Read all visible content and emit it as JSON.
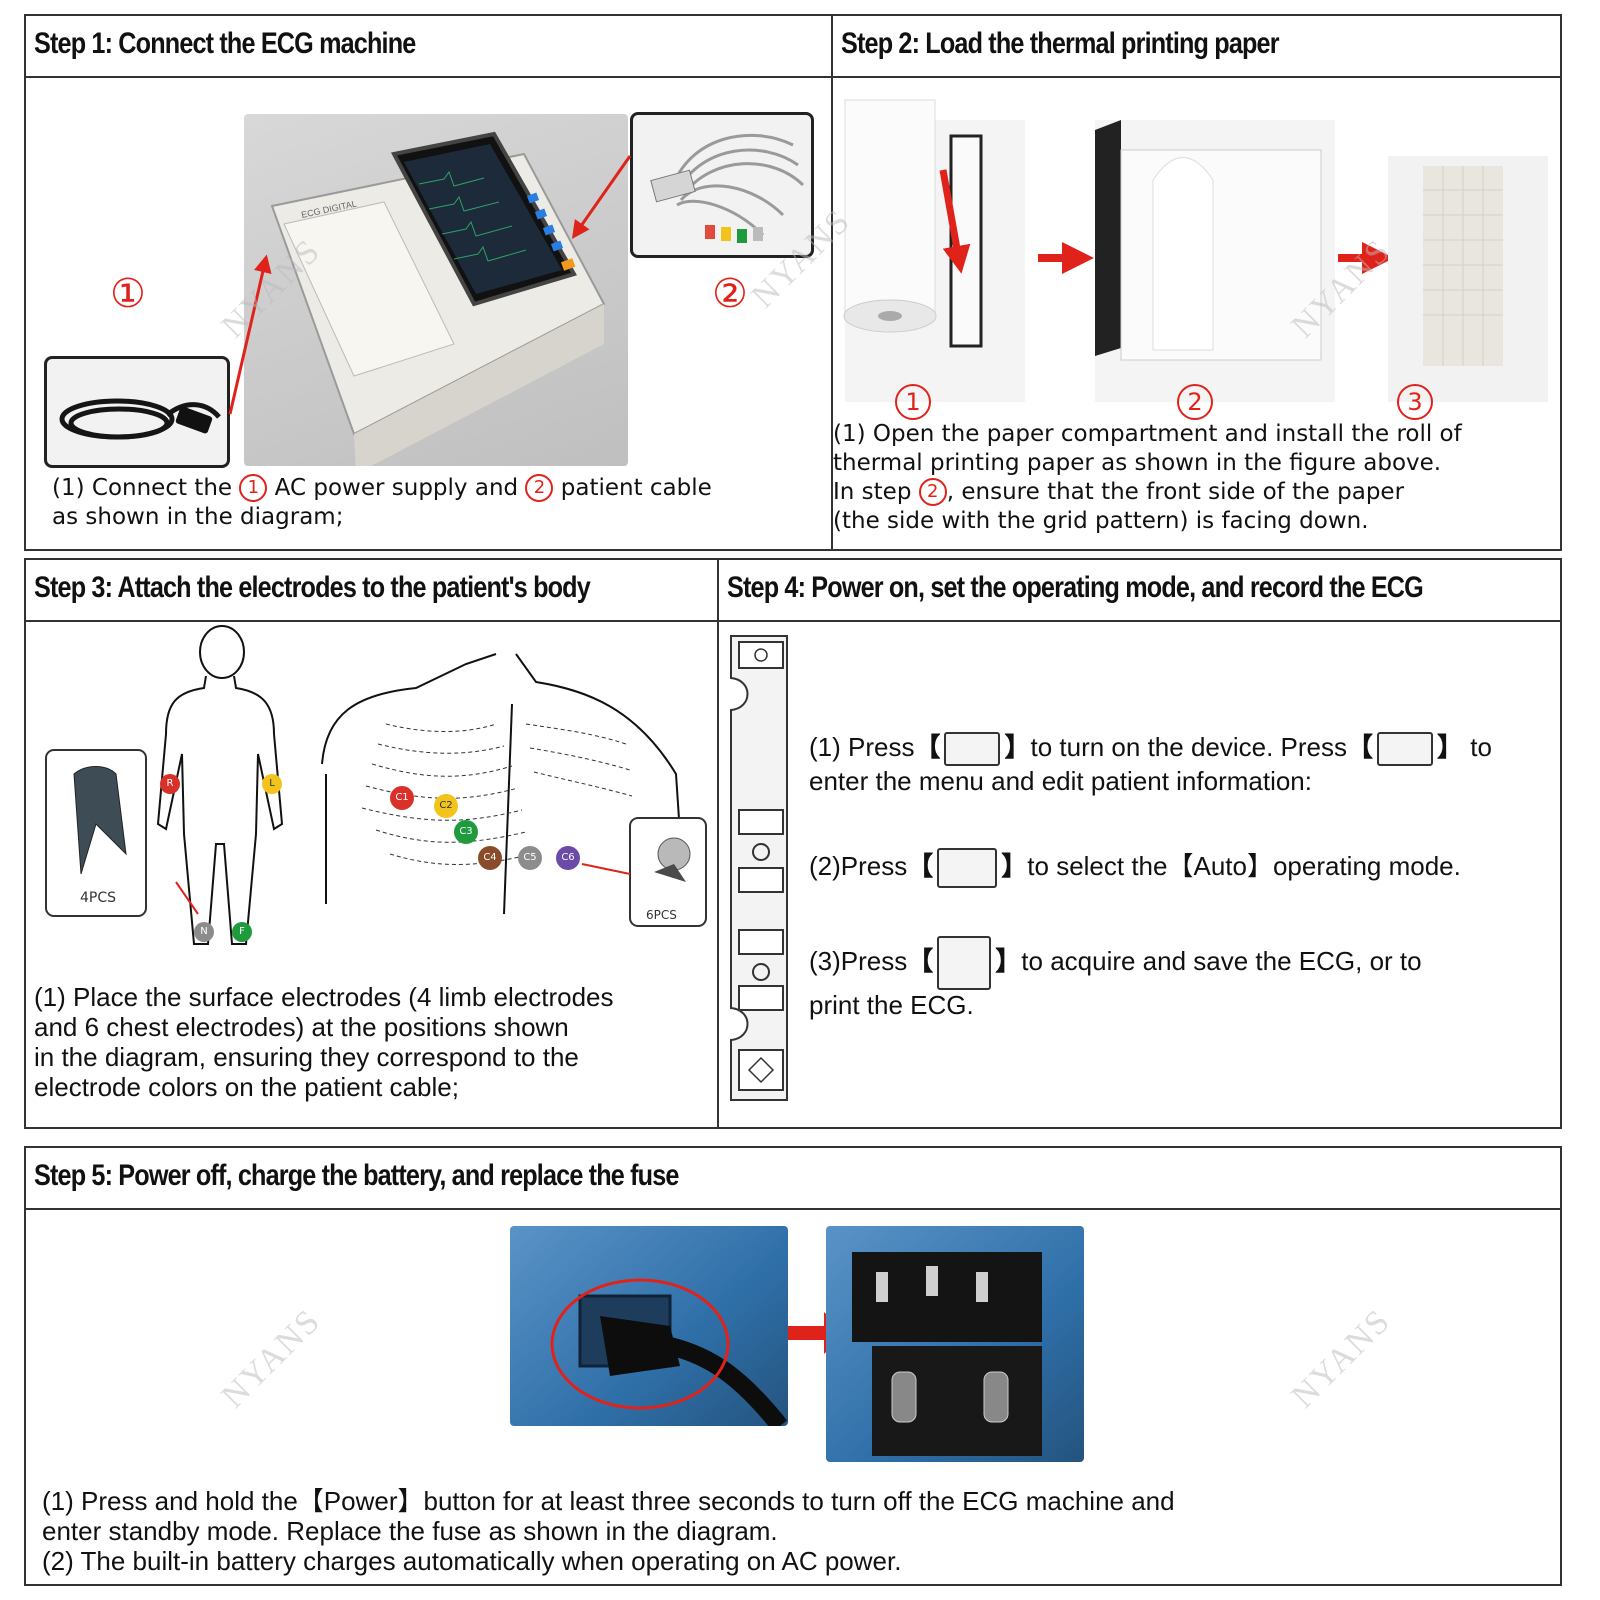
{
  "watermark": "NYANS",
  "step1": {
    "title": "Step 1: Connect the ECG machine",
    "marker1": "①",
    "marker2": "②",
    "desc_pre": "(1) Connect the",
    "desc_mid": "AC power supply and",
    "desc_post": "patient cable",
    "desc_line2": "as shown in the diagram;",
    "inline_num1": "1",
    "inline_num2": "2",
    "device_brand": "ECG DIGITAL"
  },
  "step2": {
    "title": "Step 2: Load the thermal printing paper",
    "label1": "1",
    "label2": "2",
    "label3": "3",
    "line1": "(1) Open the paper compartment and install the roll of",
    "line2": "thermal printing paper as shown in the figure above.",
    "line3_pre": "In step",
    "line3_num": "2",
    "line3_post": ", ensure that the front side of the paper",
    "line4": "(the side with the grid pattern) is facing down."
  },
  "step3": {
    "title": "Step 3: Attach the electrodes to the patient's body",
    "limb_count": "4PCS",
    "chest_count": "6PCS",
    "limb_labels": [
      "R",
      "L",
      "N",
      "F"
    ],
    "chest_labels": [
      "C1",
      "C2",
      "C3",
      "C4",
      "C5",
      "C6"
    ],
    "line1": "(1) Place the surface electrodes (4 limb electrodes",
    "line2": "and 6 chest electrodes) at the positions shown",
    "line3": "in the diagram, ensuring they correspond to the",
    "line4": "electrode colors on the patient cable;"
  },
  "step4": {
    "title": "Step 4: Power on, set the operating mode, and record the ECG",
    "l1_pre": "(1) Press",
    "l1_mid": "to turn on the device. Press",
    "l1_post": "to",
    "l1_line2": "enter the menu and edit patient information:",
    "l2_pre": "(2)Press",
    "l2_post": "to select the【Auto】operating mode.",
    "l3_pre": "(3)Press",
    "l3_post": "to acquire and save the ECG, or to",
    "l3_line2": "print the ECG.",
    "bracket_open": "【",
    "bracket_close": "】"
  },
  "step5": {
    "title": "Step 5: Power off, charge the battery, and replace the fuse",
    "line1": "(1) Press and hold the【Power】button for at least three seconds to turn off the ECG machine and",
    "line2": "enter standby mode. Replace the fuse as shown in the diagram.",
    "line3": "(2) The built-in battery charges automatically when operating on AC power."
  },
  "colors": {
    "accent_red": "#e0231a",
    "border": "#333333",
    "electrode_red": "#d9302a",
    "electrode_yellow": "#f2c31b",
    "electrode_green": "#1f9a3c",
    "electrode_brown": "#8a4b2a",
    "electrode_gray": "#8c8c8c",
    "electrode_purple": "#6b4aa8",
    "device_blue": "#2f6fa8"
  }
}
